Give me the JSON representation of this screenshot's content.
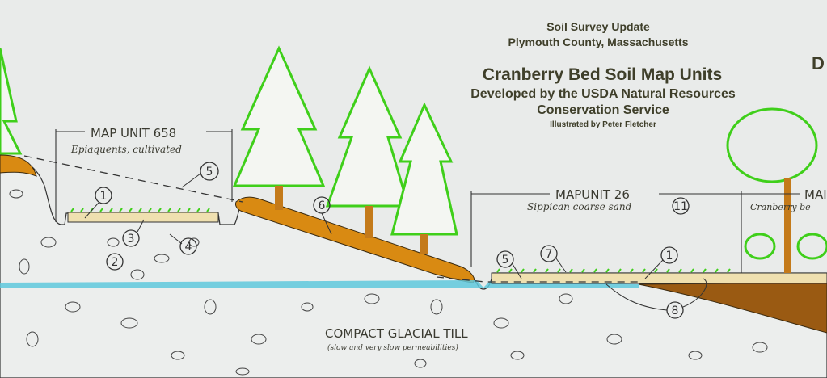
{
  "header": {
    "line1": "Soil Survey Update",
    "line2": "Plymouth County, Massachusetts",
    "title": "Cranberry Bed Soil Map Units",
    "subtitle1": "Developed by the USDA Natural Resources",
    "subtitle2": "Conservation Service",
    "credit": "Illustrated by Peter Fletcher",
    "cut_letter": "D"
  },
  "map_units": [
    {
      "label": "MAP UNIT 658",
      "description": "Epiaquents, cultivated"
    },
    {
      "label": "MAPUNIT 26",
      "description": "Sippican coarse sand",
      "ref": "11"
    },
    {
      "label": "MAI",
      "description": "Cranberry be"
    }
  ],
  "ground_label": {
    "title": "COMPACT GLACIAL TILL",
    "note": "(slow and very slow permeabilities)"
  },
  "callouts": [
    "1",
    "5",
    "3",
    "4",
    "2",
    "6",
    "5",
    "7",
    "1",
    "8"
  ],
  "colors": {
    "background": "#e9ebea",
    "tree_green": "#3fcf1a",
    "orange_soil": "#d98a12",
    "brown_soil": "#9a5a12",
    "sand": "#efe0b0",
    "water": "#5fc8dc"
  }
}
